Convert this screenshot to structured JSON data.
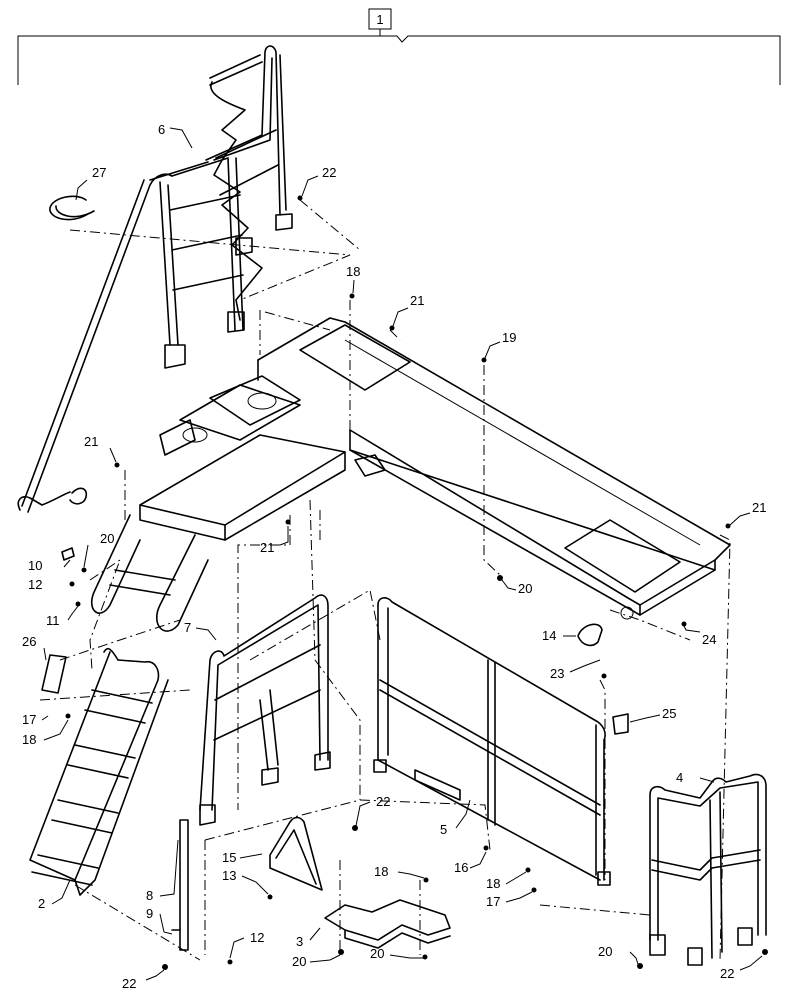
{
  "assembly_number": "1",
  "callouts": [
    {
      "id": "c27",
      "text": "27"
    },
    {
      "id": "c6",
      "text": "6"
    },
    {
      "id": "c22a",
      "text": "22"
    },
    {
      "id": "c18a",
      "text": "18"
    },
    {
      "id": "c21a",
      "text": "21"
    },
    {
      "id": "c19",
      "text": "19"
    },
    {
      "id": "c21b",
      "text": "21"
    },
    {
      "id": "c21c",
      "text": "21"
    },
    {
      "id": "c21d",
      "text": "21"
    },
    {
      "id": "c20a",
      "text": "20"
    },
    {
      "id": "c10",
      "text": "10"
    },
    {
      "id": "c12a",
      "text": "12"
    },
    {
      "id": "c20b",
      "text": "20"
    },
    {
      "id": "c11",
      "text": "11"
    },
    {
      "id": "c7",
      "text": "7"
    },
    {
      "id": "c26",
      "text": "26"
    },
    {
      "id": "c17a",
      "text": "17"
    },
    {
      "id": "c18b",
      "text": "18"
    },
    {
      "id": "c14",
      "text": "14"
    },
    {
      "id": "c24",
      "text": "24"
    },
    {
      "id": "c23",
      "text": "23"
    },
    {
      "id": "c25",
      "text": "25"
    },
    {
      "id": "c4",
      "text": "4"
    },
    {
      "id": "c22b",
      "text": "22"
    },
    {
      "id": "c5",
      "text": "5"
    },
    {
      "id": "c16",
      "text": "16"
    },
    {
      "id": "c15",
      "text": "15"
    },
    {
      "id": "c13",
      "text": "13"
    },
    {
      "id": "c18c",
      "text": "18"
    },
    {
      "id": "c18d",
      "text": "18"
    },
    {
      "id": "c17b",
      "text": "17"
    },
    {
      "id": "c2",
      "text": "2"
    },
    {
      "id": "c8",
      "text": "8"
    },
    {
      "id": "c9",
      "text": "9"
    },
    {
      "id": "c12b",
      "text": "12"
    },
    {
      "id": "c3",
      "text": "3"
    },
    {
      "id": "c20c",
      "text": "20"
    },
    {
      "id": "c20d",
      "text": "20"
    },
    {
      "id": "c20e",
      "text": "20"
    },
    {
      "id": "c22c",
      "text": "22"
    },
    {
      "id": "c22d",
      "text": "22"
    }
  ]
}
